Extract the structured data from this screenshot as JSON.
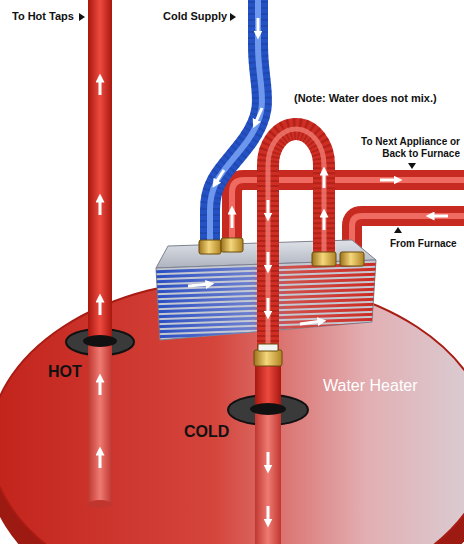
{
  "diagram": {
    "labels": [
      "To Hot Taps",
      "Cold Supply",
      "(Note: Water does not mix.)",
      "To Next Appliance or Back to Furnace",
      "From Furnace",
      "HOT",
      "COLD",
      "Water Heater"
    ]
  }
}
